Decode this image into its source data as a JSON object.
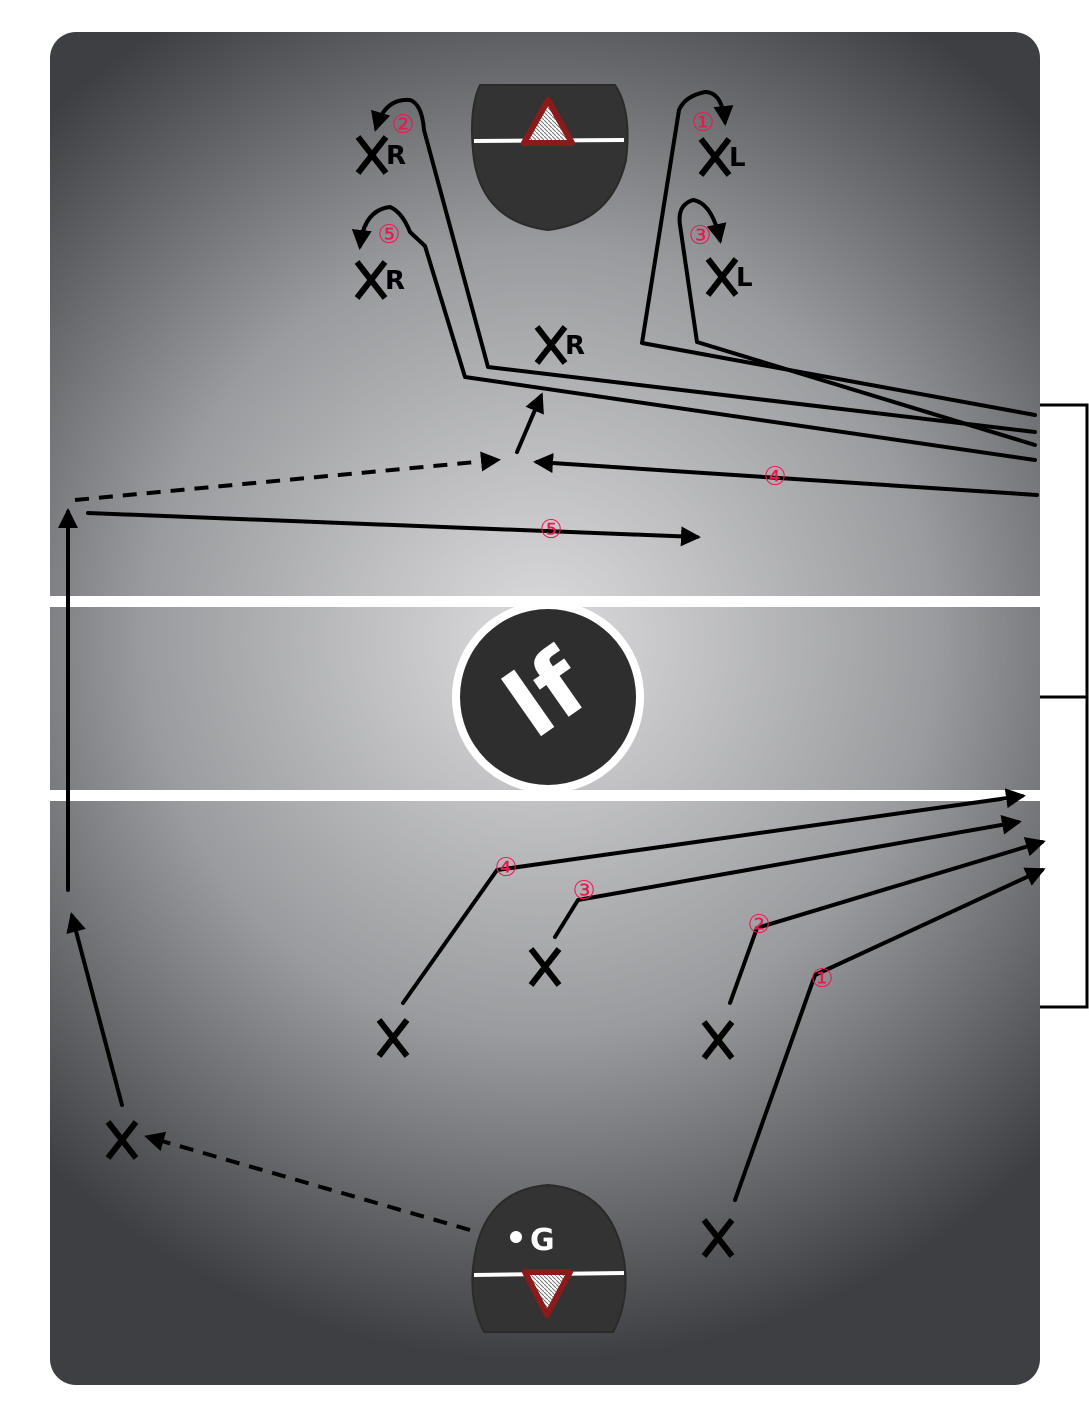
{
  "diagram": {
    "title_logo": "lf",
    "goalie_label": "G",
    "colors": {
      "accent": "#e8194f",
      "goal_red": "#8b1a1a",
      "goal_fill": "#333333"
    },
    "top_players": [
      {
        "mark": "X",
        "side": "R"
      },
      {
        "mark": "X",
        "side": "R"
      },
      {
        "mark": "X",
        "side": "R"
      },
      {
        "mark": "X",
        "side": "L"
      },
      {
        "mark": "X",
        "side": "L"
      }
    ],
    "bottom_players": [
      "X",
      "X",
      "X",
      "X",
      "X"
    ],
    "top_route_numbers": [
      "②",
      "⑤",
      "①",
      "③",
      "④",
      "⑤"
    ],
    "bottom_route_numbers": [
      "④",
      "③",
      "②",
      "①"
    ]
  }
}
